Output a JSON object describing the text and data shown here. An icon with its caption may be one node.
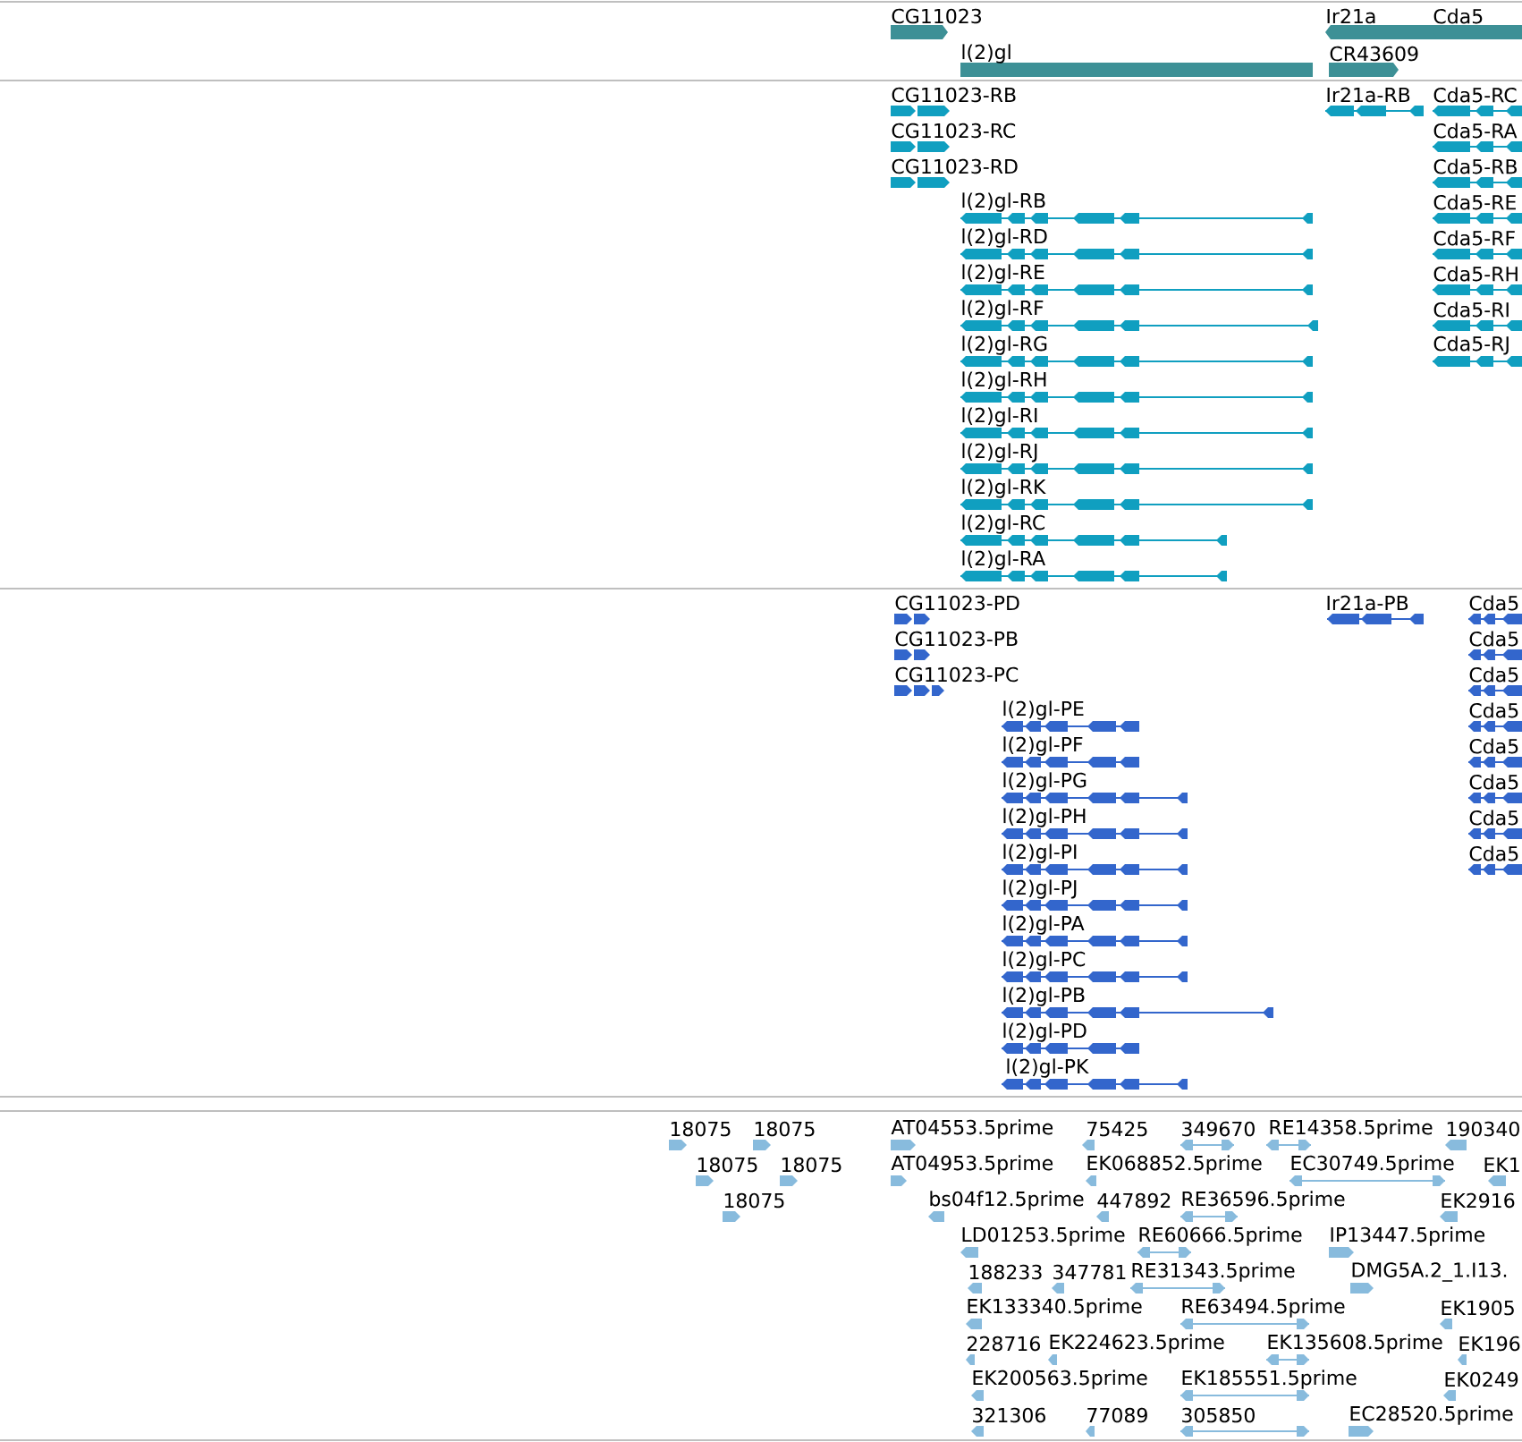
{
  "diagram": {
    "labels": [
      "CG11023",
      "Ir21a",
      "Cda5",
      "l(2)gl",
      "CR43609",
      "CG11023-RB",
      "Ir21a-RB",
      "Cda5-RC",
      "CG11023-RC",
      "Cda5-RA",
      "CG11023-RD",
      "Cda5-RB",
      "l(2)gl-RB",
      "Cda5-RE",
      "l(2)gl-RD",
      "Cda5-RF",
      "l(2)gl-RE",
      "Cda5-RH",
      "l(2)gl-RF",
      "Cda5-RI",
      "l(2)gl-RG",
      "Cda5-RJ",
      "l(2)gl-RH",
      "l(2)gl-RI",
      "l(2)gl-RJ",
      "l(2)gl-RK",
      "l(2)gl-RC",
      "l(2)gl-RA",
      "CG11023-PD",
      "Ir21a-PB",
      "Cda5",
      "CG11023-PB",
      "Cda5",
      "CG11023-PC",
      "Cda5",
      "l(2)gl-PE",
      "Cda5",
      "l(2)gl-PF",
      "Cda5",
      "l(2)gl-PG",
      "Cda5",
      "l(2)gl-PH",
      "Cda5",
      "l(2)gl-PI",
      "Cda5",
      "l(2)gl-PJ",
      "l(2)gl-PA",
      "l(2)gl-PC",
      "l(2)gl-PB",
      "l(2)gl-PD",
      "l(2)gl-PK",
      "18075",
      "18075",
      "AT04553.5prime",
      "75425",
      "349670",
      "RE14358.5prime",
      "190340",
      "18075",
      "18075",
      "AT04953.5prime",
      "EK068852.5prime",
      "EC30749.5prime",
      "EK1",
      "18075",
      "bs04f12.5prime",
      "447892",
      "RE36596.5prime",
      "EK2916",
      "LD01253.5prime",
      "RE60666.5prime",
      "IP13447.5prime",
      "188233",
      "347781",
      "RE31343.5prime",
      "DMG5A.2_1.I13.",
      "EK133340.5prime",
      "RE63494.5prime",
      "EK1905",
      "228716",
      "EK224623.5prime",
      "EK135608.5prime",
      "EK196",
      "EK200563.5prime",
      "EK185551.5prime",
      "EK0249",
      "321306",
      "77089",
      "305850",
      "EC28520.5prime"
    ]
  }
}
